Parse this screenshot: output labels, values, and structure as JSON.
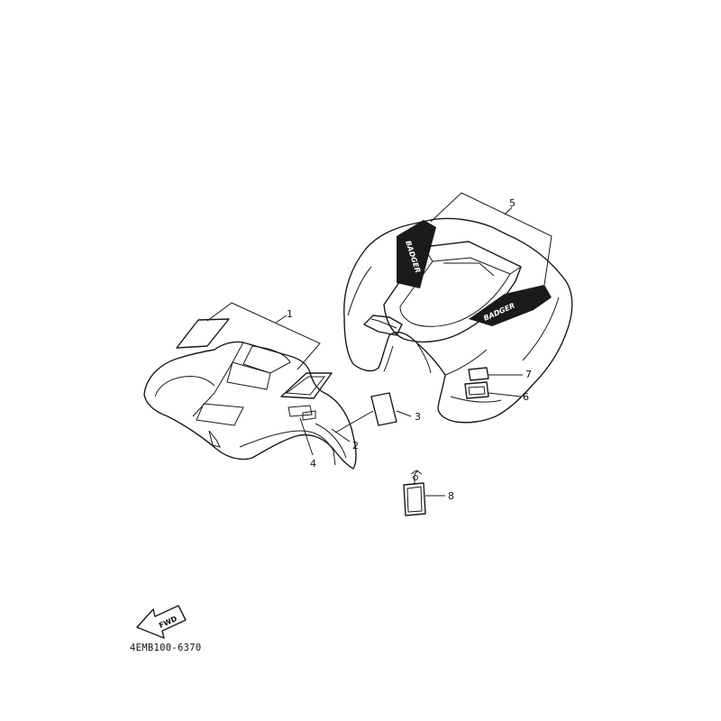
{
  "diagram": {
    "callouts": [
      "1",
      "2",
      "3",
      "4",
      "5",
      "6",
      "7",
      "8"
    ],
    "brand_text": "BADGER",
    "fwd_label": "FWD",
    "diagram_code": "4EMB100-6370"
  }
}
